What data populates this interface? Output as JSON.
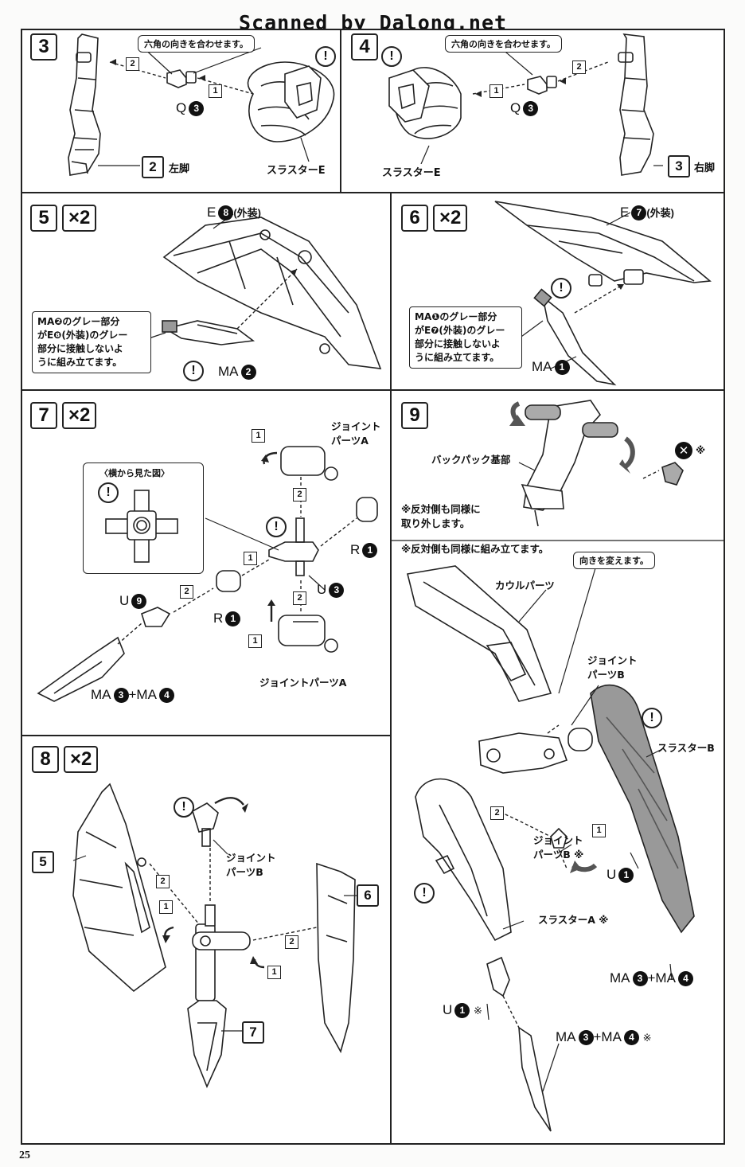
{
  "watermark": "Scanned by Dalong.net",
  "page_number": "25",
  "steps": {
    "s3": {
      "num": "3",
      "tip": "六角の向きを合わせます。",
      "part_q": "Q",
      "q_num": "3",
      "thruster": "スラスターE",
      "leg_label": "左脚",
      "leg_ref": "2",
      "b1": "1",
      "b2": "2"
    },
    "s4": {
      "num": "4",
      "tip": "六角の向きを合わせます。",
      "part_q": "Q",
      "q_num": "3",
      "thruster": "スラスターE",
      "leg_label": "右脚",
      "leg_ref": "3",
      "b1": "1",
      "b2": "2"
    },
    "s5": {
      "num": "5",
      "times": "×2",
      "e_part": "E",
      "e_num": "8",
      "e_suffix": "(外装)",
      "note": "MA❷のグレー部分\nがE❽(外装)のグレー\n部分に接触しないよ\nうに組み立てます。",
      "ma": "MA",
      "ma_num": "2"
    },
    "s6": {
      "num": "6",
      "times": "×2",
      "e_part": "E",
      "e_num": "7",
      "e_suffix": "(外装)",
      "note": "MA❶のグレー部分\nがE❼(外装)のグレー\n部分に接触しないよ\nうに組み立てます。",
      "ma": "MA",
      "ma_num": "1"
    },
    "s7": {
      "num": "7",
      "times": "×2",
      "inset_title": "〈横から見た図〉",
      "joint_a_top": "ジョイント\nパーツA",
      "joint_a_bottom": "ジョイントパーツA",
      "r_top": "R",
      "r_top_num": "1",
      "r_mid": "R",
      "r_mid_num": "1",
      "u_right": "U",
      "u_right_num": "3",
      "u_left": "U",
      "u_left_num": "9",
      "ma_combo": "MA",
      "ma_a": "3",
      "ma_plus": "+MA",
      "ma_b": "4",
      "b1": "1",
      "b2": "2"
    },
    "s8": {
      "num": "8",
      "times": "×2",
      "joint_b": "ジョイント\nパーツB",
      "ref5": "5",
      "ref6": "6",
      "ref7": "7",
      "b1": "1",
      "b2": "2"
    },
    "s9": {
      "num": "9",
      "backpack": "バックパック基部",
      "note_remove": "※反対側も同様に\n取り外します。",
      "note_assemble": "※反対側も同様に組み立てます。",
      "tip_turn": "向きを変えます。",
      "cowl": "カウルパーツ",
      "joint_b_top": "ジョイント\nパーツB",
      "joint_b_mid": "ジョイント\nパーツB ※",
      "thruster_b": "スラスターB",
      "thruster_a": "スラスターA ※",
      "u_right": "U",
      "u_right_num": "1",
      "u_bottom": "U",
      "u_bottom_num": "1",
      "u_bottom_suffix": "※",
      "ma_right": "MA",
      "ma_right_a": "3",
      "ma_right_plus": "+MA",
      "ma_right_b": "4",
      "ma_bottom": "MA",
      "ma_bottom_a": "3",
      "ma_bottom_plus": "+MA",
      "ma_bottom_b": "4",
      "ma_bottom_suffix": "※",
      "x_suffix": "※",
      "b1": "1",
      "b2": "2"
    }
  },
  "warning_symbol": "!",
  "x_symbol": "✕"
}
